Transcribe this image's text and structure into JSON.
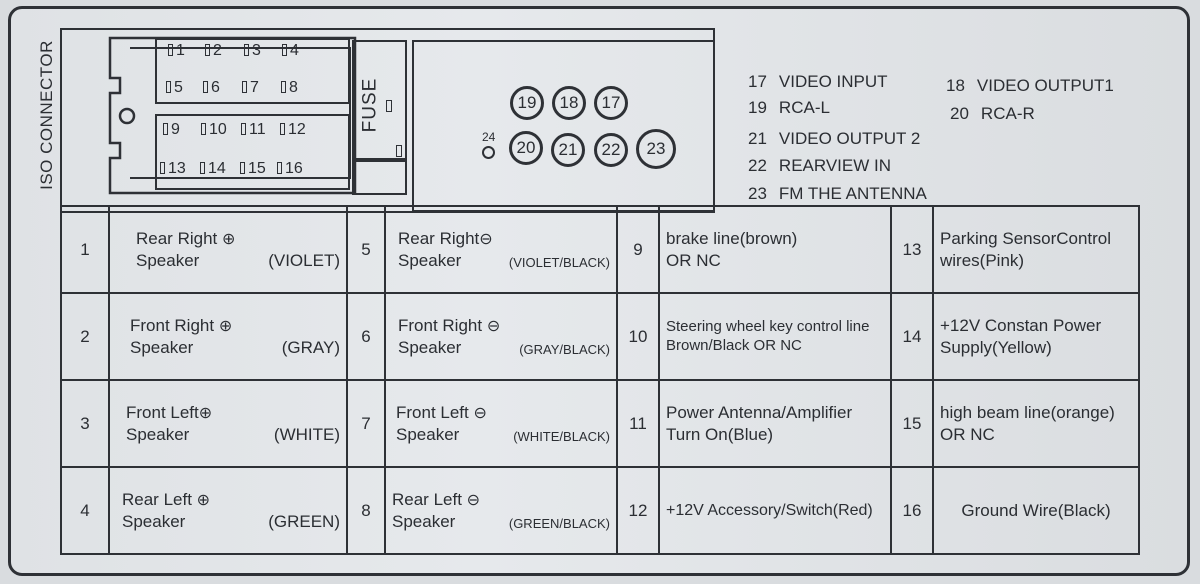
{
  "connector_label": "ISO CONNECTOR",
  "fuse_label": "FUSE",
  "iso_pins": [
    "1",
    "2",
    "3",
    "4",
    "5",
    "6",
    "7",
    "8",
    "9",
    "10",
    "11",
    "12",
    "13",
    "14",
    "15",
    "16"
  ],
  "circle_pins": [
    "19",
    "18",
    "17",
    "20",
    "21",
    "22",
    "23"
  ],
  "pin24": "24",
  "legend": [
    {
      "num": "17",
      "text": "VIDEO INPUT"
    },
    {
      "num": "18",
      "text": "VIDEO OUTPUT1"
    },
    {
      "num": "19",
      "text": "RCA-L"
    },
    {
      "num": "20",
      "text": "RCA-R"
    },
    {
      "num": "21",
      "text": "VIDEO OUTPUT 2"
    },
    {
      "num": "22",
      "text": "REARVIEW IN"
    },
    {
      "num": "23",
      "text": "FM THE ANTENNA"
    }
  ],
  "plus_symbol": "⊕",
  "minus_symbol": "⊖",
  "rows": [
    {
      "a_num": "1",
      "a_line1": "Rear Right",
      "a_line2": "Speaker",
      "a_color": "(VIOLET)",
      "b_num": "5",
      "b_line1": "Rear Right",
      "b_line2": "Speaker",
      "b_color": "(VIOLET/BLACK)",
      "c_num": "9",
      "c_line1": "brake line(brown)",
      "c_line2": "OR NC",
      "d_num": "13",
      "d_line1": "Parking SensorControl",
      "d_line2": "wires(Pink)"
    },
    {
      "a_num": "2",
      "a_line1": "Front Right",
      "a_line2": "Speaker",
      "a_color": "(GRAY)",
      "b_num": "6",
      "b_line1": "Front Right",
      "b_line2": "Speaker",
      "b_color": "(GRAY/BLACK)",
      "c_num": "10",
      "c_line1": "Steering wheel key control line",
      "c_line2": "Brown/Black OR NC",
      "d_num": "14",
      "d_line1": "+12V Constan Power",
      "d_line2": "Supply(Yellow)"
    },
    {
      "a_num": "3",
      "a_line1": "Front Left",
      "a_line2": "Speaker",
      "a_color": "(WHITE)",
      "b_num": "7",
      "b_line1": "Front Left",
      "b_line2": "Speaker",
      "b_color": "(WHITE/BLACK)",
      "c_num": "11",
      "c_line1": "Power Antenna/Amplifier",
      "c_line2": "Turn On(Blue)",
      "d_num": "15",
      "d_line1": "high beam line(orange)",
      "d_line2": "OR NC"
    },
    {
      "a_num": "4",
      "a_line1": "Rear Left",
      "a_line2": "Speaker",
      "a_color": "(GREEN)",
      "b_num": "8",
      "b_line1": "Rear Left",
      "b_line2": "Speaker",
      "b_color": "(GREEN/BLACK)",
      "c_num": "12",
      "c_line1": "+12V Accessory/Switch(Red)",
      "c_line2": "",
      "d_num": "16",
      "d_line1": "Ground  Wire(Black)",
      "d_line2": ""
    }
  ]
}
